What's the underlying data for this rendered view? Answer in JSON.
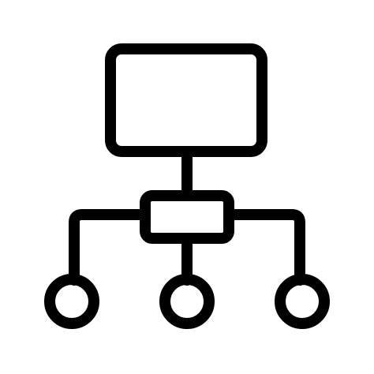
{
  "icon": {
    "name": "network-hierarchy-icon",
    "style": "outline",
    "stroke_color": "#000000",
    "background_color": "#ffffff"
  },
  "diagram": {
    "nodes": [
      {
        "id": "top-box",
        "shape": "rounded-rectangle"
      },
      {
        "id": "hub-box",
        "shape": "rounded-rectangle"
      },
      {
        "id": "left-node",
        "shape": "circle"
      },
      {
        "id": "middle-node",
        "shape": "circle"
      },
      {
        "id": "right-node",
        "shape": "circle"
      }
    ],
    "edges": [
      {
        "from": "top-box",
        "to": "hub-box"
      },
      {
        "from": "hub-box",
        "to": "left-node"
      },
      {
        "from": "hub-box",
        "to": "middle-node"
      },
      {
        "from": "hub-box",
        "to": "right-node"
      }
    ]
  }
}
